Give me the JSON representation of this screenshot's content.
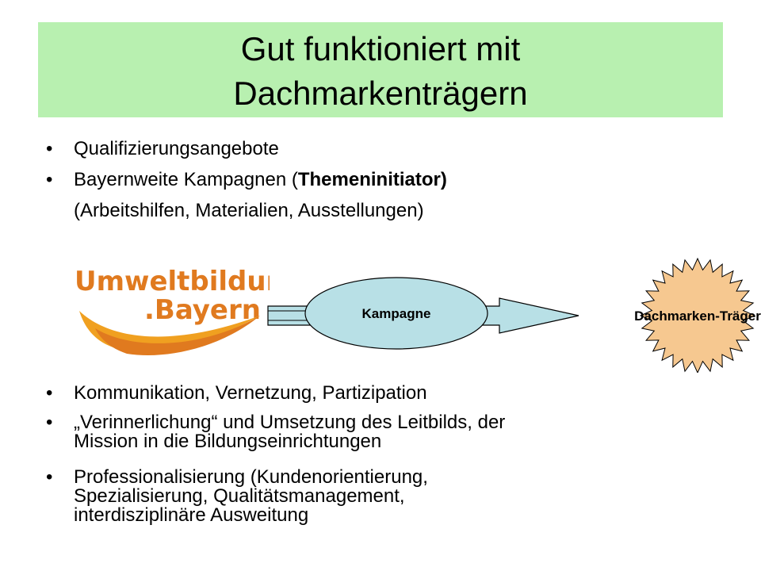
{
  "title": {
    "line1": "Gut funktioniert mit",
    "line2": "Dachmarkenträgern"
  },
  "bullets_top": [
    {
      "text": "Qualifizierungsangebote"
    },
    {
      "text_pre": "Bayernweite Kampagnen (",
      "text_bold": "Themeninitiator)"
    }
  ],
  "bullets_top_continuation": "(Arbeitshilfen, Materialien, Ausstellungen)",
  "logo": {
    "line1": "Umweltbildung",
    "line2": ".Bayern",
    "color": "#e07a1f"
  },
  "diagram": {
    "oval_label": "Kampagne",
    "star_label": "Dachmarken-Träger",
    "oval_color": "#b8e0e6",
    "star_color": "#f6c890"
  },
  "bullets_bottom": [
    {
      "lines": [
        "Kommunikation, Vernetzung, Partizipation"
      ]
    },
    {
      "lines": [
        "„Verinnerlichung“ und Umsetzung des Leitbilds, der",
        "Mission in die Bildungseinrichtungen"
      ]
    },
    {
      "lines": [
        "Professionalisierung (Kundenorientierung,",
        "Spezialisierung, Qualitätsmanagement,",
        "interdisziplinäre Ausweitung"
      ]
    }
  ],
  "bullet_glyph": "•"
}
